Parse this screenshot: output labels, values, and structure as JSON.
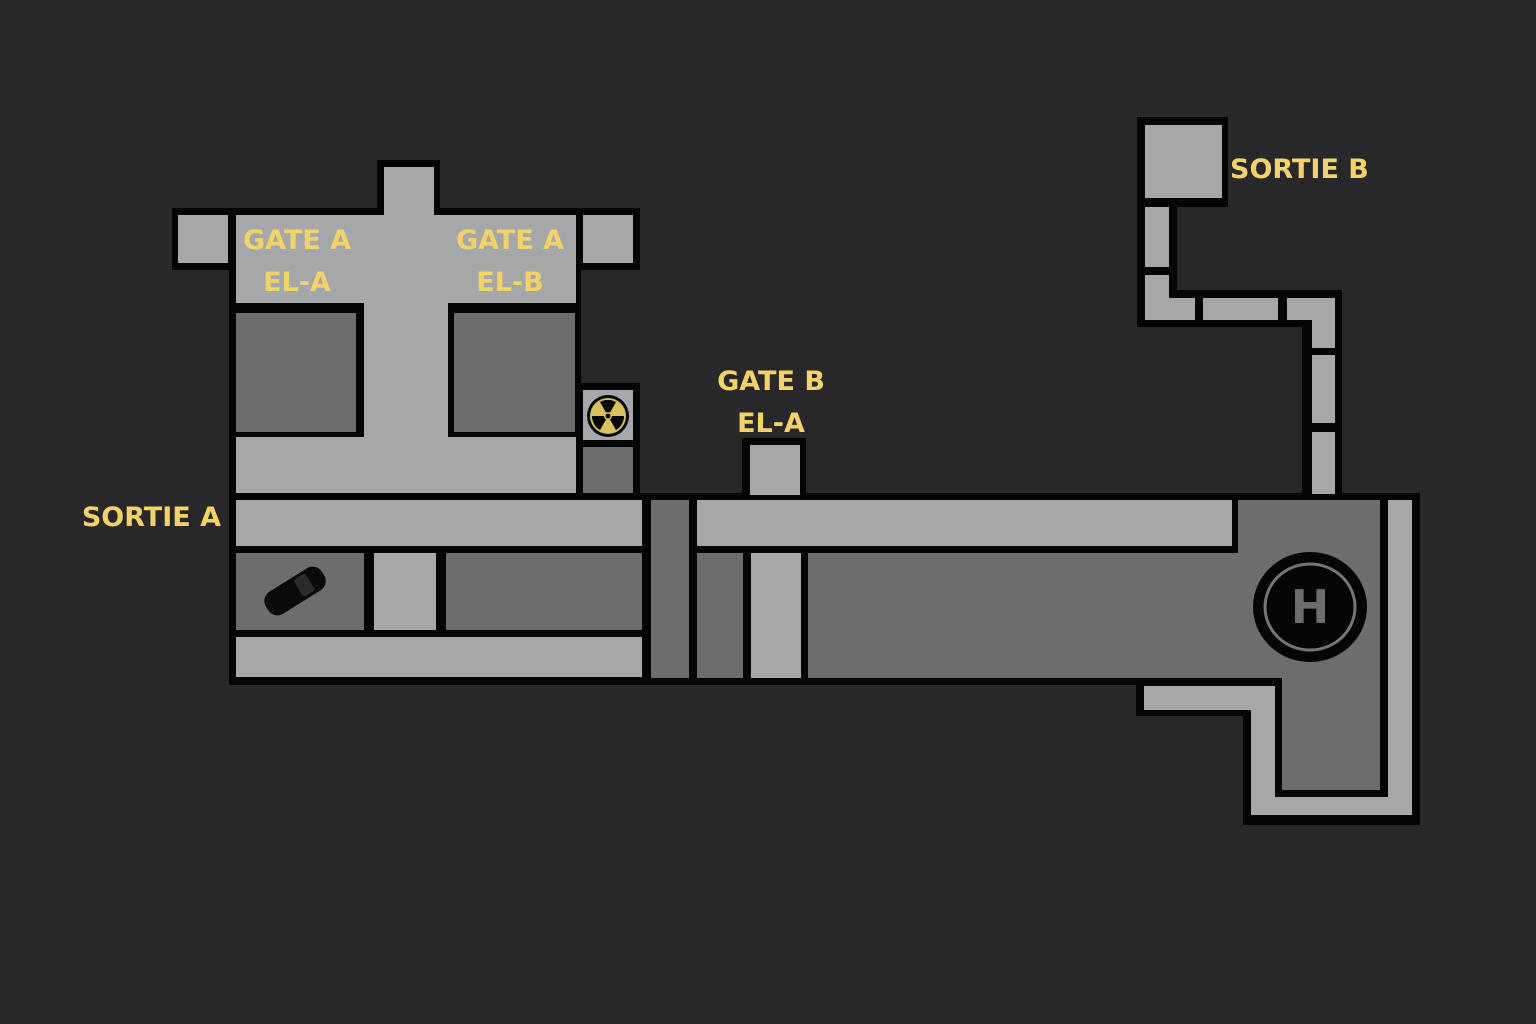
{
  "map": {
    "labels": {
      "gate_a_el_a_line1": "GATE A",
      "gate_a_el_a_line2": "EL-A",
      "gate_a_el_b_line1": "GATE A",
      "gate_a_el_b_line2": "EL-B",
      "gate_b_el_a_line1": "GATE B",
      "gate_b_el_a_line2": "EL-A",
      "sortie_a": "SORTIE A",
      "sortie_b": "SORTIE B",
      "helipad": "H"
    },
    "icons": [
      "radiation-icon",
      "car-icon",
      "helipad-icon"
    ],
    "colors": {
      "background": "#28282a",
      "wall": "#050505",
      "floor_light": "#a6a7a9",
      "floor_dark": "#6d6d6f",
      "label": "#f2d36b"
    }
  }
}
